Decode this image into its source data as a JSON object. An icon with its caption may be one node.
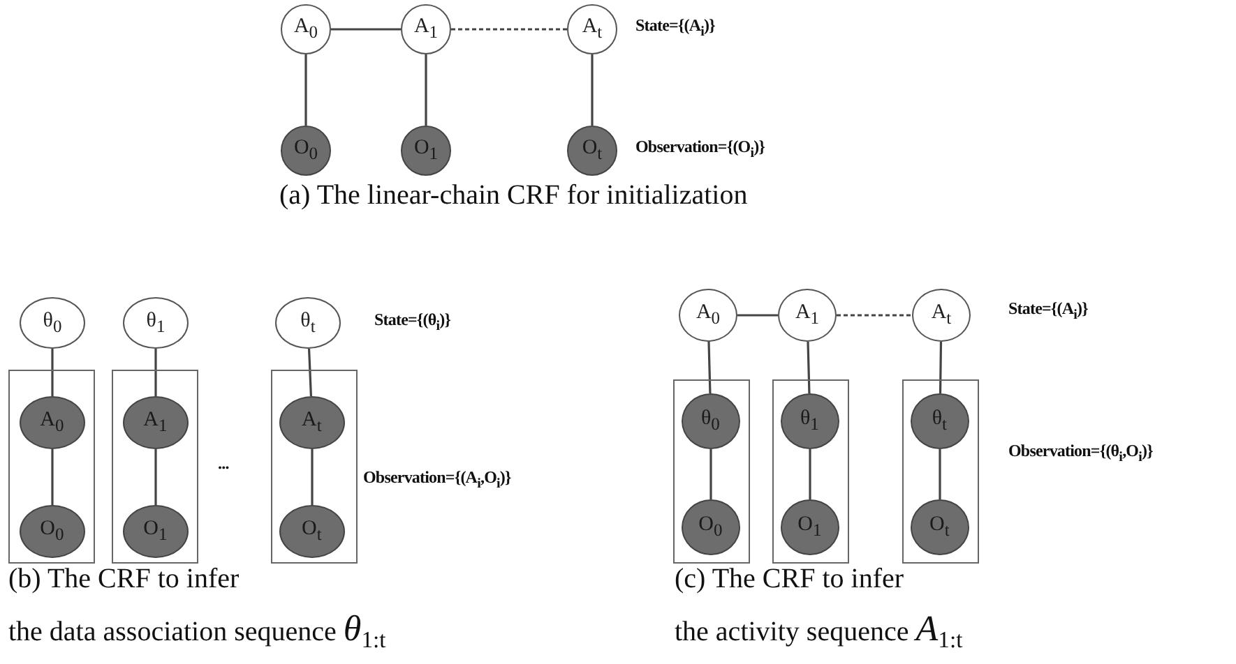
{
  "diagram": {
    "nodes": [
      {
        "text": [
          "A$_{0}$"
        ]
      },
      {
        "text": [
          "A$_{1}$"
        ]
      },
      {
        "text": [
          "A$_{t}$"
        ]
      },
      {
        "text": [
          "O$_{0}$"
        ]
      },
      {
        "text": [
          "O$_{1}$"
        ]
      },
      {
        "text": [
          "O$_{t}$"
        ]
      },
      {
        "text": [
          "θ$_{0}$"
        ]
      },
      {
        "text": [
          "θ$_{1}$"
        ]
      },
      {
        "text": [
          "θ$_{t}$"
        ]
      },
      {
        "text": [],
        "shape": "box"
      },
      {
        "text": [
          "A$_{0}$"
        ],
        "in": 9
      },
      {
        "text": [
          "O$_{0}$"
        ],
        "in": 9
      },
      {
        "text": [],
        "shape": "box"
      },
      {
        "text": [
          "A$_{1}$"
        ],
        "in": 12
      },
      {
        "text": [
          "O$_{1}$"
        ],
        "in": 12
      },
      {
        "text": [],
        "shape": "box"
      },
      {
        "text": [
          "A$_{t}$"
        ],
        "in": 15
      },
      {
        "text": [
          "O$_{t}$"
        ],
        "in": 15
      },
      {
        "text": [
          "A$_{0}$"
        ]
      },
      {
        "text": [
          "A$_{1}$"
        ]
      },
      {
        "text": [
          "A$_{t}$"
        ]
      },
      {
        "text": [],
        "shape": "box"
      },
      {
        "text": [
          "θ$_{0}$"
        ],
        "in": 21
      },
      {
        "text": [
          "O$_{0}$"
        ],
        "in": 21
      },
      {
        "text": [],
        "shape": "box"
      },
      {
        "text": [
          "θ$_{1}$"
        ],
        "in": 24
      },
      {
        "text": [
          "O$_{1}$"
        ],
        "in": 24
      },
      {
        "text": [],
        "shape": "box"
      },
      {
        "text": [
          "θ$_{t}$"
        ],
        "in": 27
      },
      {
        "text": [
          "O$_{t}$"
        ],
        "in": 27
      }
    ],
    "edges": [
      {
        "from": 0,
        "to": 1,
        "arrow": "none"
      },
      {
        "from": 1,
        "to": 2,
        "arrow": "none",
        "style": "dashed"
      },
      {
        "from": 0,
        "to": 3,
        "arrow": "none"
      },
      {
        "from": 1,
        "to": 4,
        "arrow": "none"
      },
      {
        "from": 2,
        "to": 5,
        "arrow": "none"
      },
      {
        "from": 6,
        "to": 10,
        "arrow": "none"
      },
      {
        "from": 10,
        "to": 11,
        "arrow": "none"
      },
      {
        "from": 7,
        "to": 13,
        "arrow": "none"
      },
      {
        "from": 13,
        "to": 14,
        "arrow": "none"
      },
      {
        "from": 8,
        "to": 16,
        "arrow": "none"
      },
      {
        "from": 16,
        "to": 17,
        "arrow": "none"
      },
      {
        "from": 18,
        "to": 19,
        "arrow": "none"
      },
      {
        "from": 19,
        "to": 20,
        "arrow": "none",
        "style": "dashed"
      },
      {
        "from": 18,
        "to": 22,
        "arrow": "none"
      },
      {
        "from": 22,
        "to": 23,
        "arrow": "none"
      },
      {
        "from": 19,
        "to": 25,
        "arrow": "none"
      },
      {
        "from": 25,
        "to": 26,
        "arrow": "none"
      },
      {
        "from": 20,
        "to": 28,
        "arrow": "none"
      },
      {
        "from": 28,
        "to": 29,
        "arrow": "none"
      }
    ],
    "labels": [
      "State={(A$_{i}$)}",
      "Observation={(O$_{i}$)}",
      "(a) The linear-chain CRF for initialization",
      "State={(θ$_{i}$)}",
      "State={(A$_{i}$)}",
      "...",
      "Observation={(A$_{i}$,O$_{i}$)}",
      "Observation={(θ$_{i}$,O$_{i}$)}",
      "(b) The CRF to infer",
      "(c) The CRF to infer",
      "the data association sequence *θ*$_{1:t}$",
      "the activity sequence *A*$_{1:t}$"
    ]
  }
}
